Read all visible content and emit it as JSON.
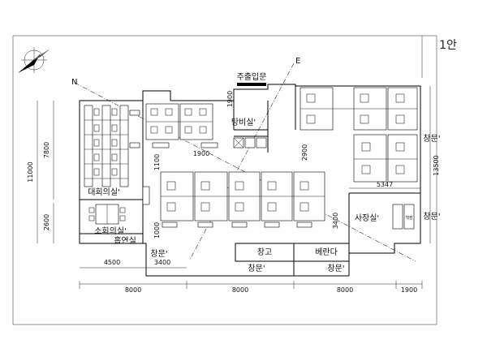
{
  "plan": {
    "version_label": "1안",
    "compass_letters": {
      "north": "N",
      "east": "E"
    },
    "rooms": {
      "entrance": "주출입문",
      "lounge": "탕비실'",
      "large_meeting": "대회의실'",
      "small_meeting": "소회의실'",
      "smoking": "흡연실",
      "storage": "창고",
      "veranda": "베란다",
      "ceo": "사장실'"
    },
    "windows": {
      "left_bottom": "창문'",
      "mid_bottom": "창문'",
      "right_bottom": "창문'",
      "right_upper": "창문'",
      "right_lower": "창문'"
    },
    "dimensions": {
      "total_height": "11000",
      "right_height": "13500",
      "left_upper": "7800",
      "left_lower": "2600",
      "entrance_depth": "1900",
      "lounge_width": "1900",
      "corridor": "1100",
      "center_height": "2900",
      "ceo_width": "5347",
      "ceo_height": "3400",
      "left_bottom_height": "1000",
      "bottom_4500": "4500",
      "bottom_3400": "3400",
      "span1": "8000",
      "span2": "8000",
      "span3": "8000",
      "span4": "1900"
    },
    "furniture": {
      "ceo_cabinet": "책장"
    }
  }
}
